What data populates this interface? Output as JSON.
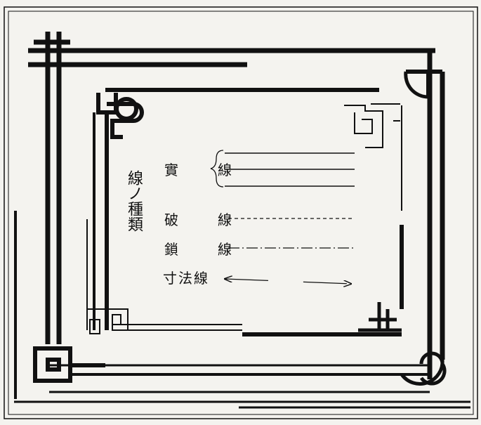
{
  "title": "線ノ種類",
  "line_types": [
    {
      "label": "實　線",
      "style": "solid"
    },
    {
      "label": "破　線",
      "style": "dashed"
    },
    {
      "label": "鎖　線",
      "style": "dash-dot"
    },
    {
      "label": "寸法線",
      "style": "dimension"
    }
  ],
  "colors": {
    "ink": "#111111",
    "paper": "#f4f3ef"
  }
}
